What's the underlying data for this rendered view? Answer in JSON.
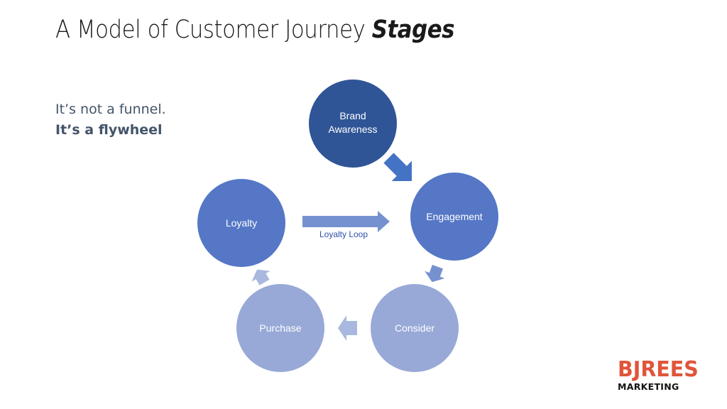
{
  "slide": {
    "title_main": "A Model of Customer Journey ",
    "title_emphasis": "Stages",
    "tagline_line1": "It’s not a funnel.",
    "tagline_line2": "It’s a flywheel"
  },
  "diagram": {
    "stages": [
      {
        "id": "brand-awareness",
        "line1": "Brand",
        "line2": "Awareness",
        "color": "#2F5597"
      },
      {
        "id": "engagement",
        "line1": "Engagement",
        "line2": "",
        "color": "#5577C6"
      },
      {
        "id": "consider",
        "line1": "Consider",
        "line2": "",
        "color": "#98A9D7"
      },
      {
        "id": "purchase",
        "line1": "Purchase",
        "line2": "",
        "color": "#98A9D7"
      },
      {
        "id": "loyalty",
        "line1": "Loyalty",
        "line2": "",
        "color": "#5577C6"
      }
    ],
    "arrow_colors": {
      "brand_to_engagement": "#4472C4",
      "engagement_to_consider": "#7591D0",
      "consider_to_purchase": "#A9B8DE",
      "purchase_to_loyalty": "#A9B8DE",
      "loyalty_loop": "#7591D0"
    },
    "loop_label": "Loyalty Loop",
    "loop_label_color": "#2F4FA8"
  },
  "logo": {
    "brand": "BJREES",
    "sub": "MARKETING"
  }
}
